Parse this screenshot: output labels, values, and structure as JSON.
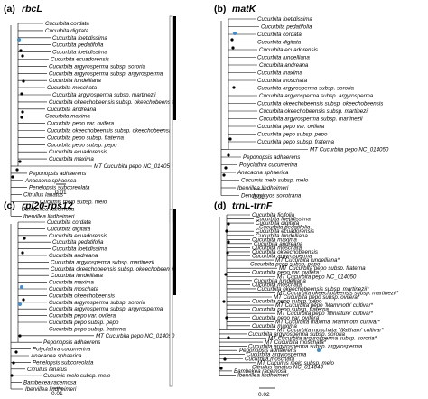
{
  "colors": {
    "branch": "#000000",
    "support_node": "#000000",
    "highlight_node": "#3c8ed8",
    "bar_black": "#000000",
    "bar_grey_outline": "#7a7a7a"
  },
  "panels": [
    {
      "id": "a",
      "label": "(a)",
      "gene": "rbcL",
      "scale_label": "0.01",
      "taxa": [
        "Cucurbita cordata",
        "Cucurbita digitata",
        "Cucurbita foetidissima",
        "Cucurbita pedatifolia",
        "Cucurbita foetidissima",
        "Cucurbita ecuadorensis",
        "Cucurbita argyrosperma subsp. sororia",
        "Cucurbita argyrosperma subsp. argyrosperma",
        "Cucurbita lundelliana",
        "Cucurbita moschata",
        "Cucurbita argyrosperma subsp. martinezii",
        "Cucurbita okeechobeensis subsp. okeechobeensis",
        "Cucurbita andreana",
        "Cucurbita maxima",
        "Cucurbita pepo var. ovifera",
        "Cucurbita okeechobeensis subsp. okeechobeensis",
        "Cucurbita pepo subsp. fraterna",
        "Cucurbita pepo subsp. pepo",
        "Cucurbita ecuadorensis",
        "Cucurbita maxima",
        "MT Cucurbita pepo NC_014050",
        "Peponopsis adhaerens",
        "Anacaona sphaerica",
        "Penelopsis subcoreolata",
        "Citrullus lanatus",
        "Cucumis melo subsp. melo",
        "Bambekea racemosa",
        "Ibervillea lindheimeri"
      ]
    },
    {
      "id": "b",
      "label": "(b)",
      "gene": "matK",
      "scale_label": "0.01",
      "taxa": [
        "Cucurbita foetidissima",
        "Cucurbita pedatifolia",
        "Cucurbita cordata",
        "Cucurbita digitata",
        "Cucurbita ecuadorensis",
        "Cucurbita lundelliana",
        "Cucurbita andreana",
        "Cucurbita maxima",
        "Cucurbita moschata",
        "Cucurbita argyrosperma subsp. sororia",
        "Cucurbita argyrosperma subsp. argyrosperma",
        "Cucurbita okeechobeensis subsp. okeechobeensis",
        "Cucurbita okeechobeensis subsp. martinezii",
        "Cucurbita argyrosperma subsp. martinezii",
        "Cucurbita pepo var. ovifera",
        "Cucurbita pepo subsp. pepo",
        "Cucurbita pepo subsp. fraterna",
        "MT Cucurbita pepo NC_014050",
        "Peponopsis adhaerens",
        "Polyclathra cucumerina",
        "Anacaona sphaerica",
        "Cucumis melo subsp. melo",
        "Ibervillea lindheimeri",
        "Dendrosicyos socotrana"
      ]
    },
    {
      "id": "c",
      "label": "(c)",
      "gene": "rpl20-rps12",
      "scale_label": "0.01",
      "taxa": [
        "Cucurbita cordata",
        "Cucurbita digitata",
        "Cucurbita ecuadorensis",
        "Cucurbita pedatifolia",
        "Cucurbita foetidissima",
        "Cucurbita andreana",
        "Cucurbita argyrosperma subsp. martinezii",
        "Cucurbita okeechobeensis subsp. okeechobeensis",
        "Cucurbita lundelliana",
        "Cucurbita maxima",
        "Cucurbita moschata",
        "Cucurbita okeechobeensis",
        "Cucurbita argyrosperma subsp. sororia",
        "Cucurbita argyrosperma subsp. argyrosperma",
        "Cucurbita pepo var. ovifera",
        "Cucurbita pepo subsp. pepo",
        "Cucurbita pepo subsp. fraterna",
        "MT Cucurbita pepo NC_014050",
        "Peponopsis adhaerens",
        "Polyclathra cucumerina",
        "Anacaona sphaerica",
        "Penelopsis subcoreolata",
        "Citrullus lanatus",
        "Cucumis melo subsp. melo",
        "Bambekea racemosa",
        "Ibervillea lindheimeri"
      ]
    },
    {
      "id": "d",
      "label": "(d)",
      "gene": "trnL-trnF",
      "scale_label": "0.02",
      "taxa": [
        "Cucurbita ficifolia",
        "Cucurbita foetidissima",
        "Cucurbita digitata",
        "Cucurbita pedatifolia",
        "Cucurbita ecuadorensis",
        "Cucurbita lundelliana",
        "Cucurbita maxima",
        "Cucurbita andreana",
        "Cucurbita moschata",
        "Cucurbita okeechobeensis",
        "Cucurbita argyrosperma",
        "MT Cucurbita lundelliana*",
        "Cucurbita pepo subsp. pepo",
        "MT Cucurbita pepo subsp. fraterna",
        "Cucurbita pepo var. ovifera",
        "MT Cucurbita pepo NC_014050",
        "Cucurbita lundelliana",
        "Cucurbita moschata",
        "Cucurbita okeechobeensis subsp. martinezii*",
        "MT Cucurbita okeechobeensis subsp. martinezii*",
        "MT Cucurbita pepo subsp. ovifera*",
        "Cucurbita pepo subsp. pepo",
        "MT Cucurbita pepo 'Mammoth' cultivar*",
        "Cucurbita pepo subsp. fraterna",
        "MT Cucurbita pepo 'Miniature' cultivar*",
        "Cucurbita pepo var. ovifera",
        "MT Cucurbita maxima 'Mammoth' cultivar*",
        "Cucurbita maxima",
        "MT Cucurbita moschata 'Waltham' cultivar*",
        "Cucurbita argyrosperma subsp. sororia",
        "MT Cucurbita argyrosperma subsp. sororia*",
        "MT Cucurbita moschata*",
        "Cucurbita argyrosperma subsp. argyrosperma",
        "Peponopsis adhaerens",
        "Cucurbita argyrosperma",
        "Cucurbita moschata",
        "MT Cucumis melo subsp. melo",
        "Citrullus lanatus NC_014043",
        "Bambekea racemosa",
        "Ibervillea lindheimeri"
      ]
    }
  ]
}
